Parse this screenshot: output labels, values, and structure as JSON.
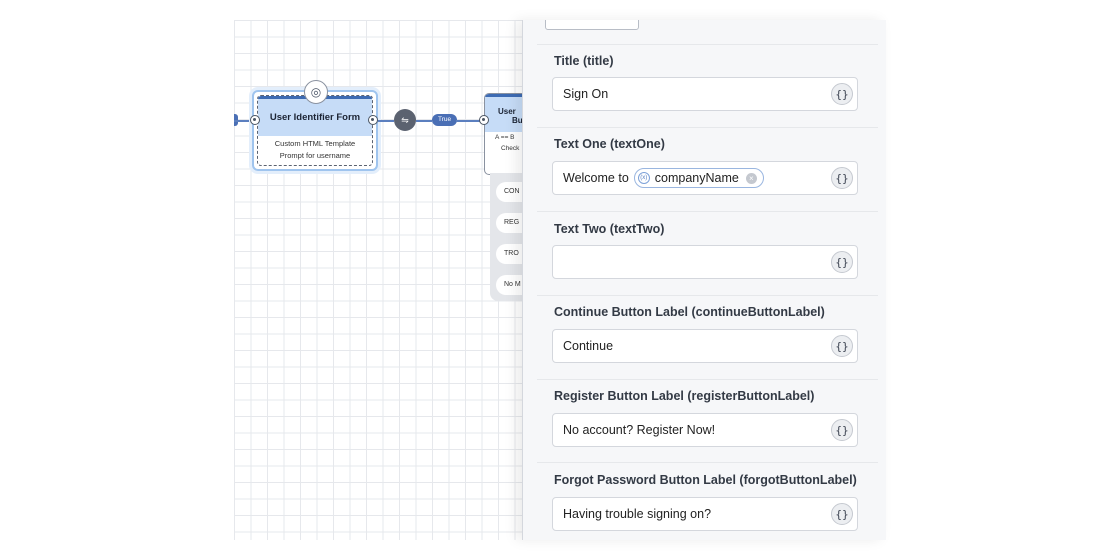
{
  "canvas": {
    "node1": {
      "title": "User Identifier Form",
      "line1": "Custom HTML Template",
      "line2": "Prompt for username"
    },
    "edge_label": "True",
    "node2": {
      "title_line1": "User",
      "title_line2": "Bu",
      "line1": "A == B",
      "line2": "Check"
    },
    "outcomes": [
      "CON",
      "REG",
      "TRO",
      "No M"
    ]
  },
  "panel": {
    "fields": [
      {
        "label": "Title (title)",
        "value": "Sign On"
      },
      {
        "label": "Text One (textOne)",
        "value": "Welcome to",
        "chip": "companyName"
      },
      {
        "label": "Text Two (textTwo)",
        "value": ""
      },
      {
        "label": "Continue Button Label (continueButtonLabel)",
        "value": "Continue"
      },
      {
        "label": "Register Button Label (registerButtonLabel)",
        "value": "No account? Register Now!"
      },
      {
        "label": "Forgot Password Button Label (forgotButtonLabel)",
        "value": "Having trouble signing on?"
      }
    ],
    "braces_glyph": "{}"
  },
  "colors": {
    "accent": "#3d6bb3",
    "node_header": "#c6dcf7",
    "edge": "#5b7fbf"
  },
  "icons": {
    "globe": "globe-icon",
    "switch": "switch-icon",
    "variable": "variable-icon",
    "clear": "close-circle-icon",
    "expression": "braces-icon"
  }
}
